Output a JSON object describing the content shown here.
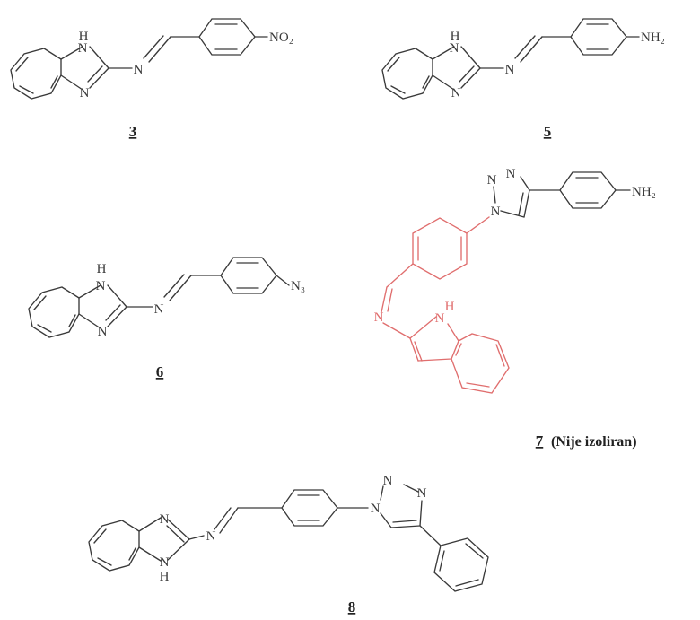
{
  "compounds": [
    {
      "number": "3",
      "substituent": "NO₂",
      "atoms": {
        "nh": "H",
        "n_top": "N",
        "n_bottom": "N",
        "imine_n": "N"
      }
    },
    {
      "number": "5",
      "substituent": "NH₂",
      "atoms": {
        "nh": "H",
        "n_top": "N",
        "n_bottom": "N",
        "imine_n": "N"
      }
    },
    {
      "number": "6",
      "substituent": "N₃",
      "atoms": {
        "nh": "H",
        "n_top": "N",
        "n_bottom": "N",
        "imine_n": "N"
      }
    },
    {
      "number": "7",
      "note": "(Nije izoliran)",
      "substituent": "NH₂",
      "atoms": {
        "nh": "H",
        "n_ring": "N",
        "imine_n": "N",
        "triazole_n1": "N",
        "triazole_n2": "N",
        "triazole_n3": "N"
      }
    },
    {
      "number": "8",
      "atoms": {
        "nh": "H",
        "n_top": "N",
        "n_bottom": "N",
        "imine_n": "N",
        "triazole_n1": "N",
        "triazole_n2": "N",
        "triazole_n3": "N"
      }
    }
  ],
  "colors": {
    "structure": "#3a3a3a",
    "highlight": "#e06e6e"
  }
}
